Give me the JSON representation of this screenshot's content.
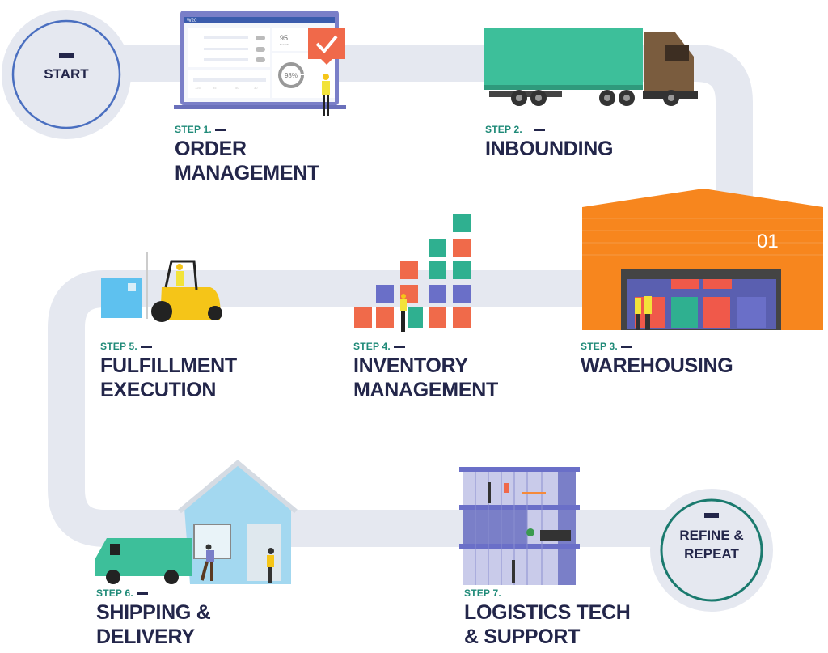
{
  "start": {
    "label": "START"
  },
  "end": {
    "label_line1": "REFINE &",
    "label_line2": "REPEAT"
  },
  "colors": {
    "path": "#e5e8f0",
    "navy": "#23264a",
    "teal": "#1f8a78",
    "start_ring": "#4a6fc0",
    "end_ring": "#1a7a6e",
    "orange": "#f7861e"
  },
  "laptop": {
    "brand": "W20",
    "metric": "95",
    "metric_caption": "Seconds",
    "gauge": "98%",
    "gauge_value": 98,
    "axis": [
      "125",
      "95",
      "50",
      "30"
    ]
  },
  "warehouse": {
    "number": "01"
  },
  "steps": [
    {
      "label": "STEP 1.",
      "title_line1": "ORDER",
      "title_line2": "MANAGEMENT"
    },
    {
      "label": "STEP 2.",
      "title_line1": "INBOUNDING",
      "title_line2": ""
    },
    {
      "label": "STEP 3.",
      "title_line1": "WAREHOUSING",
      "title_line2": ""
    },
    {
      "label": "STEP 4.",
      "title_line1": "INVENTORY",
      "title_line2": "MANAGEMENT"
    },
    {
      "label": "STEP 5.",
      "title_line1": "FULFILLMENT",
      "title_line2": "EXECUTION"
    },
    {
      "label": "STEP 6.",
      "title_line1": "SHIPPING &",
      "title_line2": "DELIVERY"
    },
    {
      "label": "STEP 7.",
      "title_line1": "LOGISTICS TECH",
      "title_line2": "& SUPPORT"
    }
  ]
}
